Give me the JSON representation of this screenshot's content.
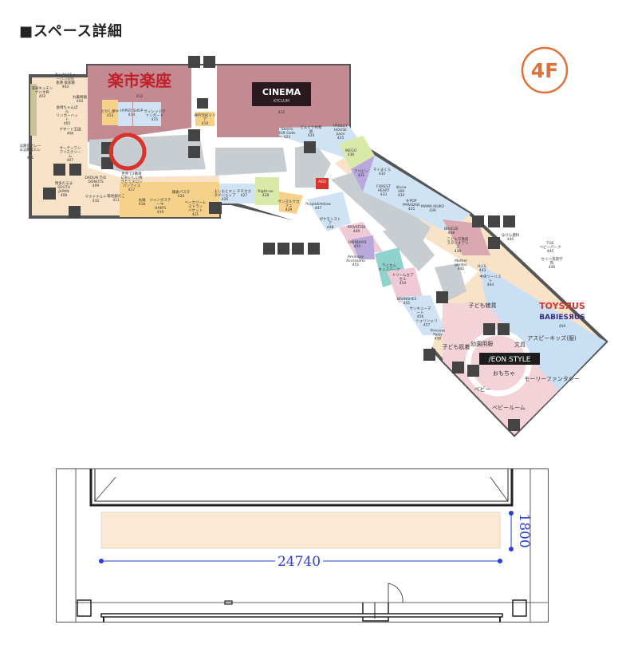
{
  "page_title": "■スペース詳細",
  "floor_badge": {
    "label": "4F",
    "color": "#e0703a"
  },
  "highlight_color": "#d9342b",
  "map": {
    "anchors": {
      "rakuichi": {
        "name": "楽市楽座",
        "no": "412"
      },
      "cinema": {
        "name": "CINEMA",
        "sub": "KYCLUM",
        "no": "422"
      },
      "toysrus": {
        "line1": "TOYSЯUS",
        "line2": "BABIESЯUS",
        "no": "459"
      },
      "aeon": "/EON STYLE"
    },
    "stores": [
      {
        "name": "あんかけチャーハンの店 香港 蔡家飯",
        "no": "403"
      },
      {
        "name": "浪速キッチン ナジオ軒",
        "no": "402"
      },
      {
        "name": "丸亀製麺",
        "no": "404"
      },
      {
        "name": "長崎ちゃんぽん リンガーハット",
        "no": "405"
      },
      {
        "name": "デザート王国",
        "no": "406"
      },
      {
        "name": "淡路島カレー&淡路島ヒレ丼",
        "no": "401"
      },
      {
        "name": "サーティワン アイスクリーム",
        "no": "407"
      },
      {
        "name": "博多だるま SOUTH JAPAN",
        "no": "408"
      },
      {
        "name": "DADUN THE DONUTS",
        "no": "409"
      },
      {
        "name": "マクドナルド",
        "no": "410"
      },
      {
        "name": "築地銀だこ",
        "no": "411"
      },
      {
        "name": "だがし夢や",
        "no": "413"
      },
      {
        "name": "HYPER SHOP",
        "no": "414"
      },
      {
        "name": "ヴィレッジヴァンガード",
        "no": "415"
      },
      {
        "name": "神戸元町ドリア",
        "no": "416"
      },
      {
        "name": "世界で2番目においしい焼きたてメロンパンアイス",
        "no": "417"
      },
      {
        "name": "お鍋",
        "no": "418"
      },
      {
        "name": "ジャンボステーキ HAN'S",
        "no": "419"
      },
      {
        "name": "鎌倉パスタ",
        "no": "420"
      },
      {
        "name": "ベーカリーレストラン バケット",
        "no": "421"
      },
      {
        "name": "Sanrio Gift Gate",
        "no": "423"
      },
      {
        "name": "どんぐり共和国",
        "no": "424"
      },
      {
        "name": "PAISLEY HOUSE Juice",
        "no": "425"
      },
      {
        "name": "よしもとエンタメショップ",
        "no": "426"
      },
      {
        "name": "チチカカ",
        "no": "427"
      },
      {
        "name": "Right-on",
        "no": "428"
      },
      {
        "name": "サンマルクカフェ",
        "no": "429"
      },
      {
        "name": "WEGO",
        "no": "430"
      },
      {
        "name": "アベビー",
        "no": "431"
      },
      {
        "name": "マイまくら",
        "no": "432"
      },
      {
        "name": "FOREST HEART",
        "no": "433"
      },
      {
        "name": "illusie 300",
        "no": "434"
      },
      {
        "name": "K-POP PARADISE",
        "no": "435"
      },
      {
        "name": "MAMA IKUKO",
        "no": "436"
      },
      {
        "name": "BREEZE",
        "no": "438"
      },
      {
        "name": "こども写真館スタジオアリス",
        "no": "439"
      },
      {
        "name": "ほけん選科",
        "no": "440"
      },
      {
        "name": "Mother garden",
        "no": "442"
      },
      {
        "name": "H.I.S.",
        "no": "443"
      },
      {
        "name": "中央ツーリスト",
        "no": "444"
      },
      {
        "name": "TOE ベビーパーク",
        "no": "445"
      },
      {
        "name": "セイハ英語学院",
        "no": "446"
      },
      {
        "name": "Purple&Yellow",
        "no": "447"
      },
      {
        "name": "ポケモンストア",
        "no": "448"
      },
      {
        "name": "PRIVATEBI",
        "no": "449"
      },
      {
        "name": "OWNDAYS",
        "no": "450"
      },
      {
        "name": "Amatone Accessorie",
        "no": "451"
      },
      {
        "name": "ライカム キッズパーク",
        "no": ""
      },
      {
        "name": "ドリームカプセル",
        "no": "454"
      },
      {
        "name": "BRANSHES",
        "no": "455"
      },
      {
        "name": "サンキューマート",
        "no": "456"
      },
      {
        "name": "シェリシェリ",
        "no": "457"
      },
      {
        "name": "Princess Party",
        "no": "458"
      }
    ],
    "aeon_sections": [
      "子ども雑貨",
      "子ども肌着",
      "幼園用服",
      "文具",
      "アスピーキッズ(服)",
      "おもちゃ",
      "モーリーファンタジー",
      "ベビー",
      "ベビールーム"
    ],
    "aed": "AED"
  },
  "plan": {
    "width_dim": "24740",
    "depth_dim": "1800",
    "space_color": "#fbe9d3",
    "dim_color": "#2a3fd6"
  }
}
